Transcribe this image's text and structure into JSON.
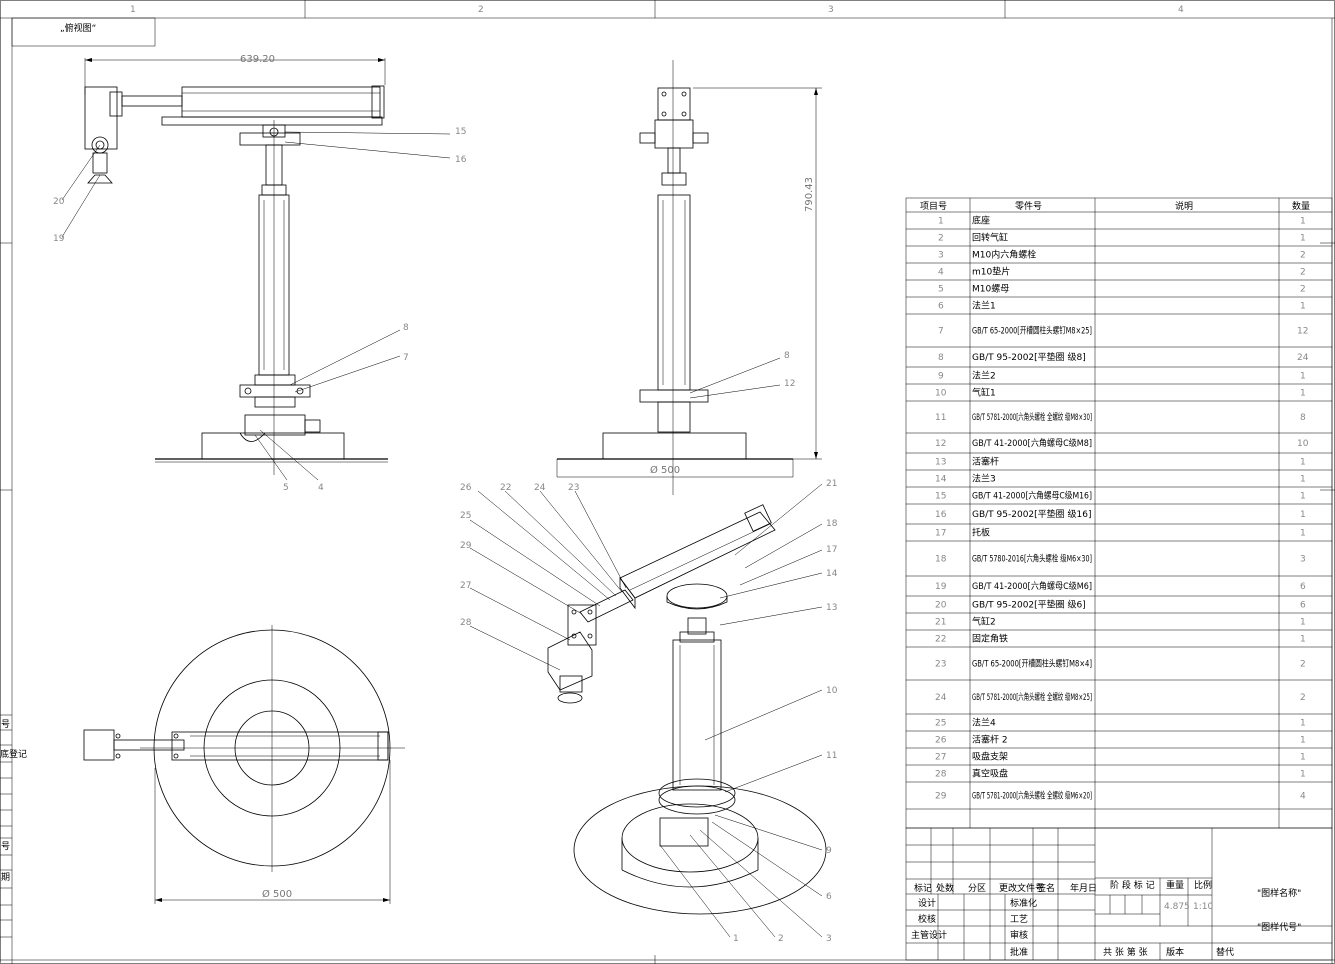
{
  "sheet": {
    "zone_numbers": [
      "1",
      "2",
      "3",
      "4"
    ],
    "view_label": "„俯视图“",
    "left_margin_labels": [
      "号",
      "底登记",
      "号",
      "期"
    ]
  },
  "dimensions": {
    "top_width": "639.20",
    "height": "790.43",
    "base_dia_front": "Ø 500",
    "base_dia_top": "Ø 500"
  },
  "balloons": {
    "side": [
      "15",
      "16",
      "20",
      "19",
      "8",
      "7",
      "5",
      "4"
    ],
    "front": [
      "8",
      "12"
    ],
    "iso": [
      "26",
      "22",
      "24",
      "23",
      "25",
      "29",
      "27",
      "28",
      "21",
      "18",
      "17",
      "14",
      "13",
      "10",
      "11",
      "9",
      "6",
      "1",
      "2",
      "3"
    ]
  },
  "bom": {
    "headers": [
      "项目号",
      "零件号",
      "说明",
      "数量"
    ],
    "rows": [
      {
        "no": "1",
        "name": "底座",
        "qty": "1"
      },
      {
        "no": "2",
        "name": "回转气缸",
        "qty": "1"
      },
      {
        "no": "3",
        "name": "M10内六角螺栓",
        "qty": "2"
      },
      {
        "no": "4",
        "name": "m10垫片",
        "qty": "2"
      },
      {
        "no": "5",
        "name": "M10螺母",
        "qty": "2"
      },
      {
        "no": "6",
        "name": "法兰1",
        "qty": "1"
      },
      {
        "no": "7",
        "name": "GB/T 65-2000[开槽圆柱头螺钉M8×25]",
        "qty": "12"
      },
      {
        "no": "8",
        "name": "GB/T 95-2002[平垫圈 级8]",
        "qty": "24"
      },
      {
        "no": "9",
        "name": "法兰2",
        "qty": "1"
      },
      {
        "no": "10",
        "name": "气缸1",
        "qty": "1"
      },
      {
        "no": "11",
        "name": "GB/T 5781-2000[六角头螺栓 全螺纹 级M8×30]",
        "qty": "8"
      },
      {
        "no": "12",
        "name": "GB/T 41-2000[六角螺母C级M8]",
        "qty": "10"
      },
      {
        "no": "13",
        "name": "活塞杆",
        "qty": "1"
      },
      {
        "no": "14",
        "name": "法兰3",
        "qty": "1"
      },
      {
        "no": "15",
        "name": "GB/T 41-2000[六角螺母C级M16]",
        "qty": "1"
      },
      {
        "no": "16",
        "name": "GB/T 95-2002[平垫圈 级16]",
        "qty": "1"
      },
      {
        "no": "17",
        "name": "托板",
        "qty": "1"
      },
      {
        "no": "18",
        "name": "GB/T 5780-2016[六角头螺栓 级M6×30]",
        "qty": "3"
      },
      {
        "no": "19",
        "name": "GB/T 41-2000[六角螺母C级M6]",
        "qty": "6"
      },
      {
        "no": "20",
        "name": "GB/T 95-2002[平垫圈 级6]",
        "qty": "6"
      },
      {
        "no": "21",
        "name": "气缸2",
        "qty": "1"
      },
      {
        "no": "22",
        "name": "固定角铁",
        "qty": "1"
      },
      {
        "no": "23",
        "name": "GB/T 65-2000[开槽圆柱头螺钉M8×4]",
        "qty": "2"
      },
      {
        "no": "24",
        "name": "GB/T 5781-2000[六角头螺栓 全螺纹 级M8×25]",
        "qty": "2"
      },
      {
        "no": "25",
        "name": "法兰4",
        "qty": "1"
      },
      {
        "no": "26",
        "name": "活塞杆 2",
        "qty": "1"
      },
      {
        "no": "27",
        "name": "吸盘支架",
        "qty": "1"
      },
      {
        "no": "28",
        "name": "真空吸盘",
        "qty": "1"
      },
      {
        "no": "29",
        "name": "GB/T 5781-2000[六角头螺栓 全螺纹 级M6×20]",
        "qty": "4"
      }
    ]
  },
  "title_block": {
    "header_cells": [
      "标记",
      "处数",
      "分区",
      "更改文件号",
      "签名",
      "年月日"
    ],
    "roles_left": [
      "设计",
      "校核",
      "主管设计"
    ],
    "roles_right": [
      "标准化",
      "工艺",
      "审核",
      "批准"
    ],
    "stage_label": "阶 段 标 记",
    "weight_label": "重量",
    "scale_label": "比例",
    "weight_value": "4.875",
    "scale_value": "1:10",
    "sheet_label": "共  张  第  张",
    "version_label": "版本",
    "replace_label": "替代",
    "drawing_name": "\"图样名称\"",
    "drawing_code": "\"图样代号\""
  }
}
